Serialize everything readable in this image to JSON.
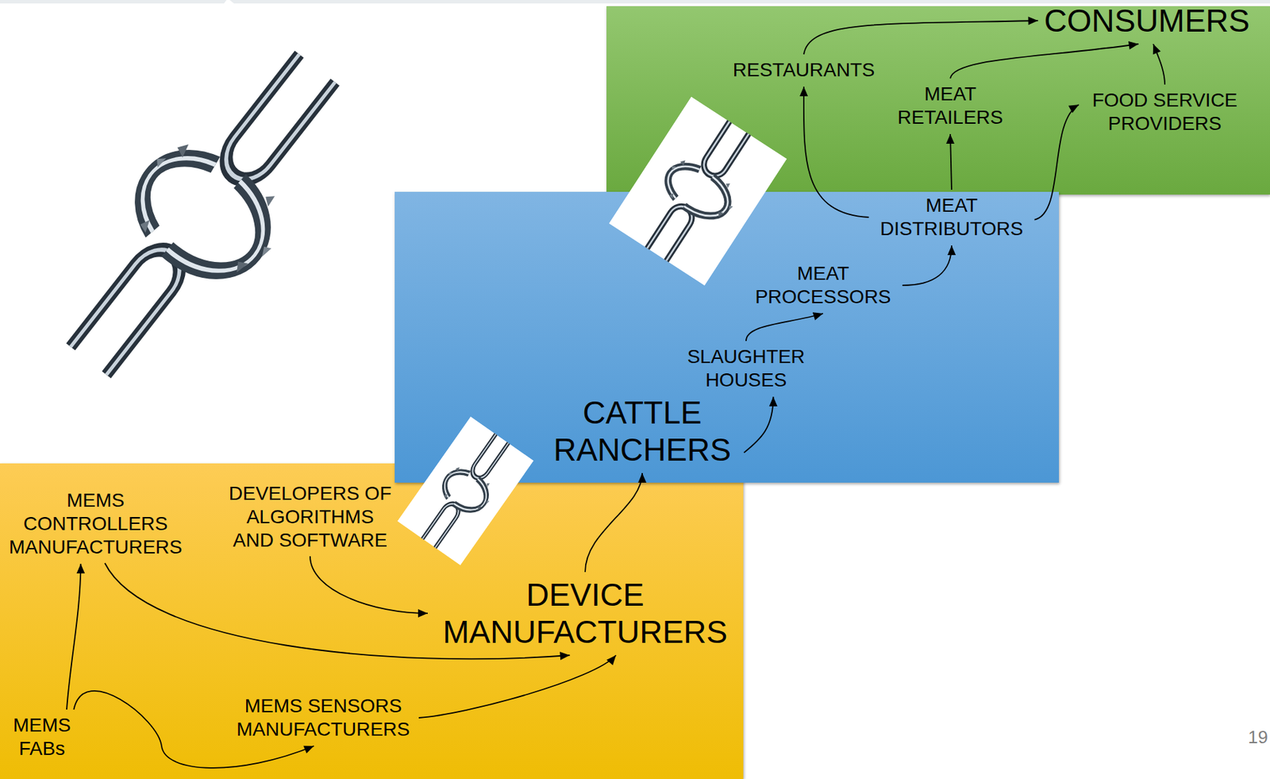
{
  "diagram": {
    "nodes": [
      {
        "text": [
          "CONSUMERS"
        ]
      },
      {
        "text": [
          "RESTAURANTS"
        ]
      },
      {
        "text": [
          "MEAT RETAILERS"
        ]
      },
      {
        "text": [
          "FOOD SERVICE PROVIDERS"
        ]
      },
      {
        "text": [
          "MEAT DISTRIBUTORS"
        ]
      },
      {
        "text": [
          "MEAT PROCESSORS"
        ]
      },
      {
        "text": [
          "SLAUGHTER HOUSES"
        ]
      },
      {
        "text": [
          "CATTLE RANCHERS"
        ]
      },
      {
        "text": [
          "MEMS CONTROLLERS MANUFACTURERS"
        ]
      },
      {
        "text": [
          "DEVELOPERS OF ALGORITHMS AND SOFTWARE"
        ]
      },
      {
        "text": [
          "DEVICE MANUFACTURERS"
        ]
      },
      {
        "text": [
          "MEMS FABs"
        ]
      },
      {
        "text": [
          "MEMS SENSORS MANUFACTURERS"
        ]
      }
    ],
    "edges": [
      {
        "from": 1,
        "to": 0,
        "arrow": "to"
      },
      {
        "from": 2,
        "to": 0,
        "arrow": "to"
      },
      {
        "from": 3,
        "to": 0,
        "arrow": "to"
      },
      {
        "from": 4,
        "to": 1,
        "arrow": "to"
      },
      {
        "from": 4,
        "to": 2,
        "arrow": "to"
      },
      {
        "from": 4,
        "to": 3,
        "arrow": "to"
      },
      {
        "from": 5,
        "to": 4,
        "arrow": "to"
      },
      {
        "from": 6,
        "to": 5,
        "arrow": "to"
      },
      {
        "from": 7,
        "to": 6,
        "arrow": "to"
      },
      {
        "from": 10,
        "to": 7,
        "arrow": "to"
      },
      {
        "from": 9,
        "to": 10,
        "arrow": "to"
      },
      {
        "from": 8,
        "to": 10,
        "arrow": "to"
      },
      {
        "from": 12,
        "to": 10,
        "arrow": "to"
      },
      {
        "from": 11,
        "to": 8,
        "arrow": "to"
      },
      {
        "from": 11,
        "to": 12,
        "arrow": "to"
      }
    ],
    "labels": [
      "19"
    ]
  }
}
